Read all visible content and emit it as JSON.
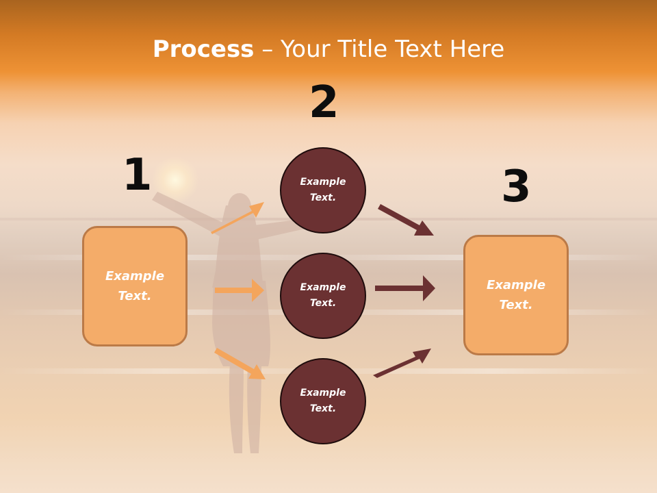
{
  "title": {
    "bold": "Process",
    "rest": " – Your Title Text Here"
  },
  "steps": [
    {
      "number": "1",
      "text": "Example Text."
    },
    {
      "number": "2",
      "texts": [
        "Example Text.",
        "Example Text.",
        "Example Text."
      ]
    },
    {
      "number": "3",
      "text": "Example Text."
    }
  ],
  "colors": {
    "box_fill": "#f4ac69",
    "box_border": "#bb7a47",
    "circle_fill": "#6b3132",
    "arrow_light": "#f4a55c",
    "arrow_dark": "#6b3132",
    "title_bar": "#ee9235"
  }
}
